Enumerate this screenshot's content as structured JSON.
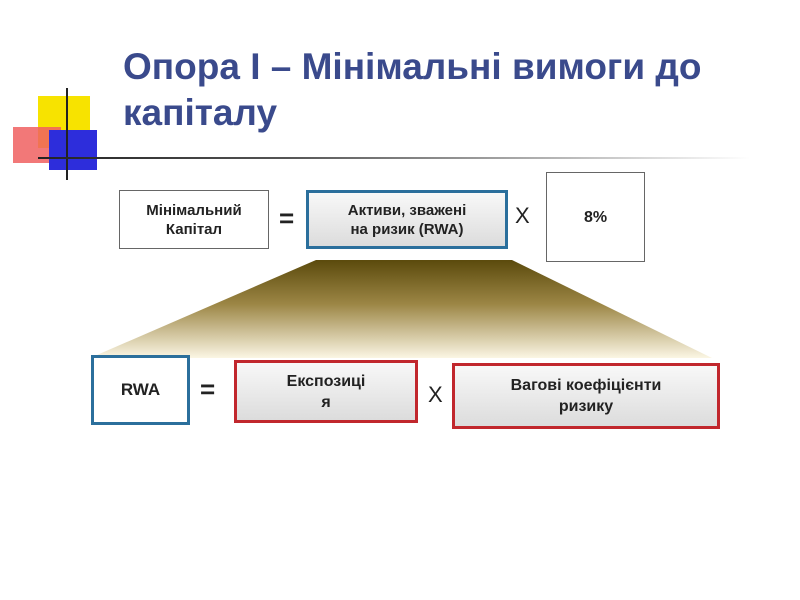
{
  "slide": {
    "title": "Опора І – Мінімальні вимоги до капіталу"
  },
  "formula_top": {
    "left_box": "Мінімальний\nКапітал",
    "equals": "=",
    "middle_box": "Активи, зважені\nна ризик (RWA)",
    "times": "X",
    "right_box": "8%"
  },
  "formula_bottom": {
    "left_box": "RWA",
    "equals": "=",
    "middle_box": "Експозиці\nя",
    "times": "X",
    "right_box": "Вагові коефіцієнти\nризику"
  },
  "colors": {
    "title": "#3a4a8c",
    "blue_border": "#2b6f9c",
    "red_border": "#c1272d",
    "trapezoid_dark": "#5b4a0c",
    "trapezoid_light": "#fbf6e4"
  }
}
